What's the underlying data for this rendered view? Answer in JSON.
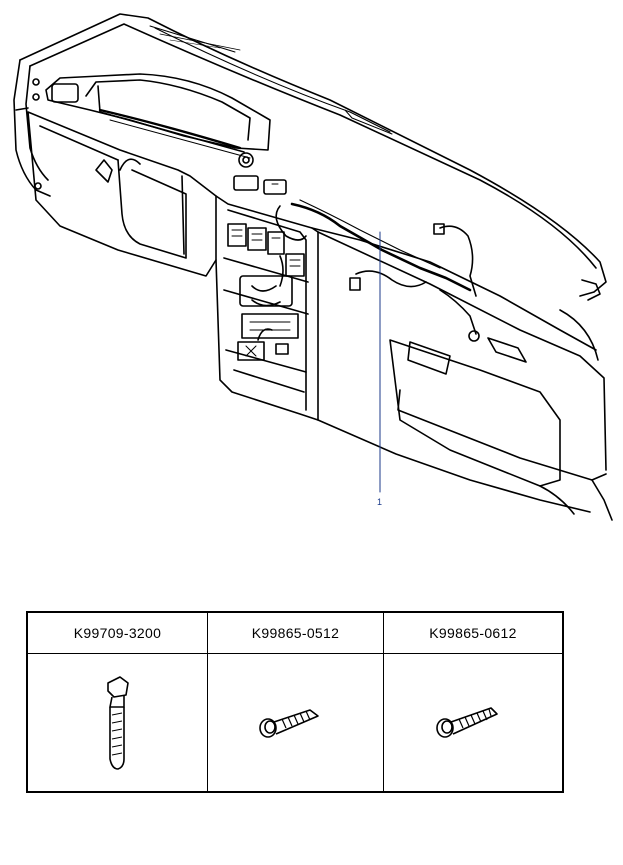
{
  "callout": {
    "number": "1"
  },
  "parts": [
    {
      "part_number": "K99709-3200",
      "icon": "cable-tie-clip-icon"
    },
    {
      "part_number": "K99865-0512",
      "icon": "flange-screw-icon"
    },
    {
      "part_number": "K99865-0612",
      "icon": "flange-screw-icon"
    }
  ],
  "colors": {
    "line": "#000000",
    "callout": "#1b3a8a"
  }
}
